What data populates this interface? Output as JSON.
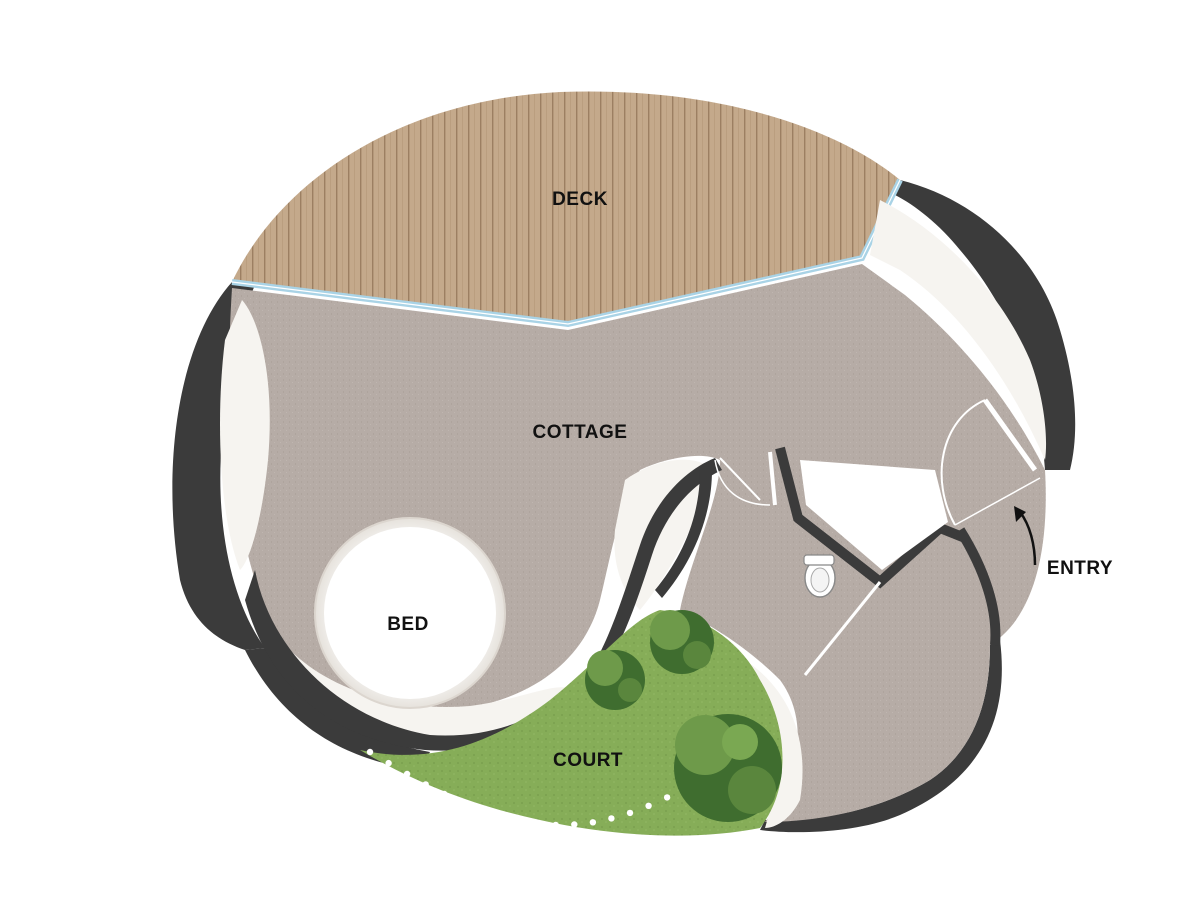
{
  "plan": {
    "labels": {
      "deck": "DECK",
      "cottage": "COTTAGE",
      "bed": "BED",
      "court": "COURT",
      "entry": "ENTRY"
    },
    "colors": {
      "wall": "#3b3b3b",
      "floor": "#b6aca6",
      "deck_wood": "#c4a98b",
      "deck_board_line": "#9c7f62",
      "glass_edge": "#a9d3e6",
      "interior_white": "#f6f4f0",
      "lawn": "#86ad58",
      "tree": "#3f6d2f",
      "tree_light": "#6e9a4a"
    }
  }
}
